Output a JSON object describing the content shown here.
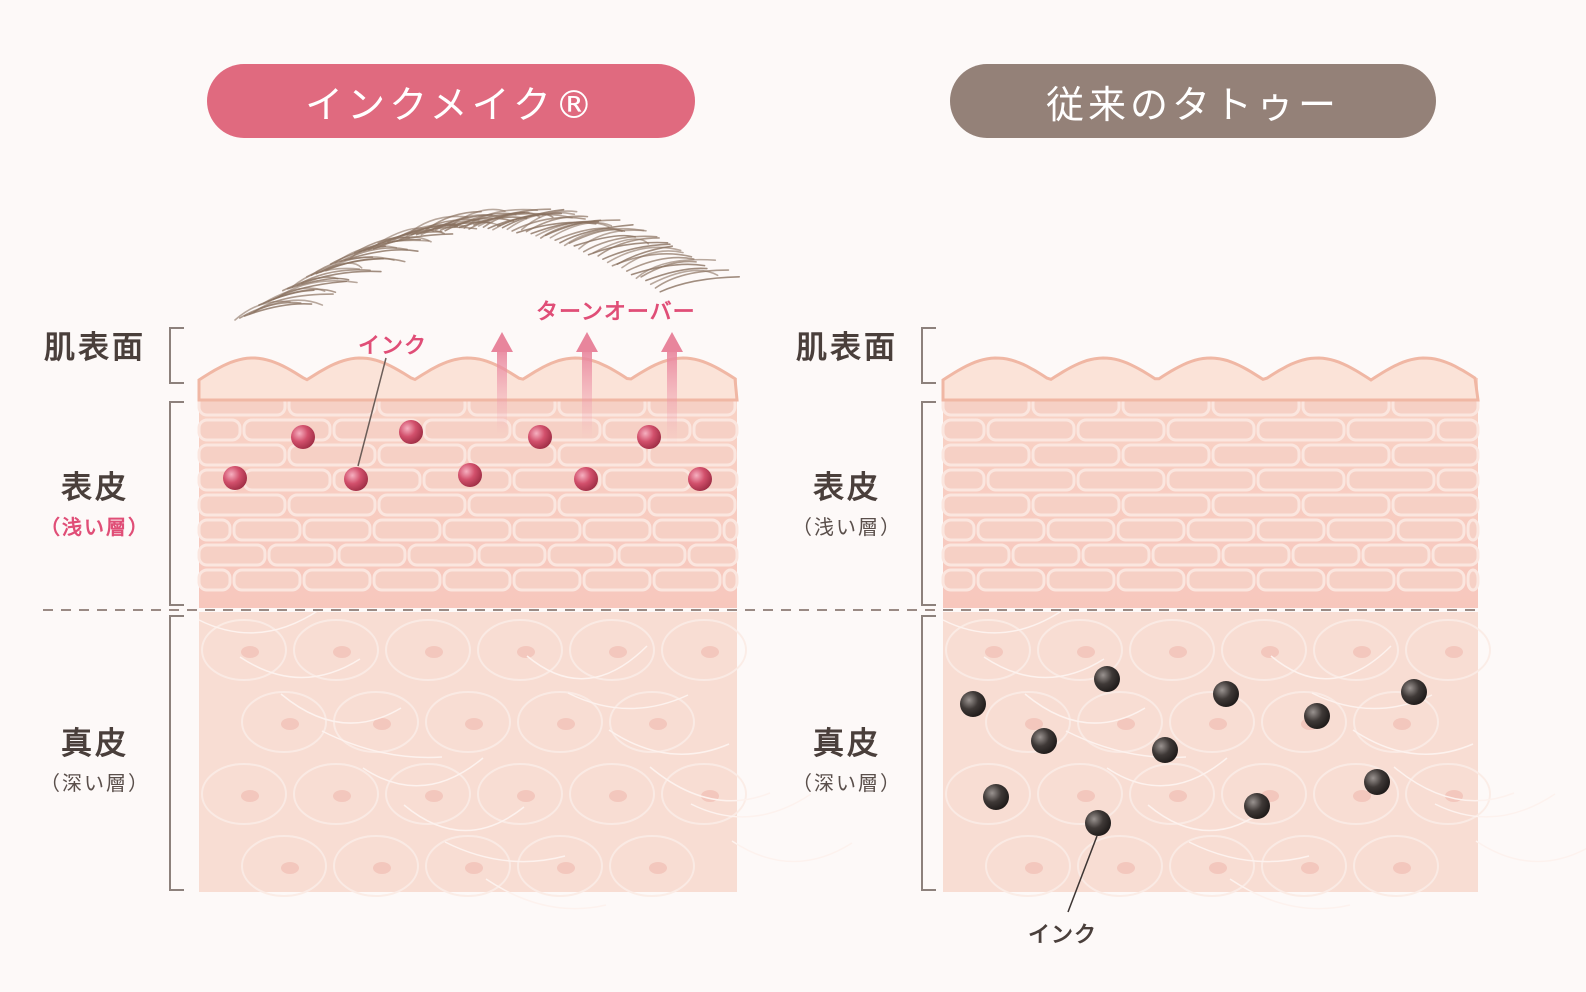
{
  "left_panel": {
    "title": "インクメイク®",
    "title_color": "#e06a7f",
    "ink_color": "#c8405d",
    "layers": {
      "surface": "肌表面",
      "epidermis": "表皮",
      "epidermis_sub": "（浅い層）",
      "dermis": "真皮",
      "dermis_sub": "（深い層）"
    },
    "ink_label": "インク",
    "turnover_label": "ターンオーバー"
  },
  "right_panel": {
    "title": "従来のタトゥー",
    "title_color": "#948178",
    "ink_color": "#3a3533",
    "layers": {
      "surface": "肌表面",
      "epidermis": "表皮",
      "epidermis_sub": "（浅い層）",
      "dermis": "真皮",
      "dermis_sub": "（深い層）"
    },
    "ink_label": "インク"
  },
  "icons": {
    "eyebrow": "eyebrow-hair-icon",
    "arrow": "arrow-up-icon"
  }
}
